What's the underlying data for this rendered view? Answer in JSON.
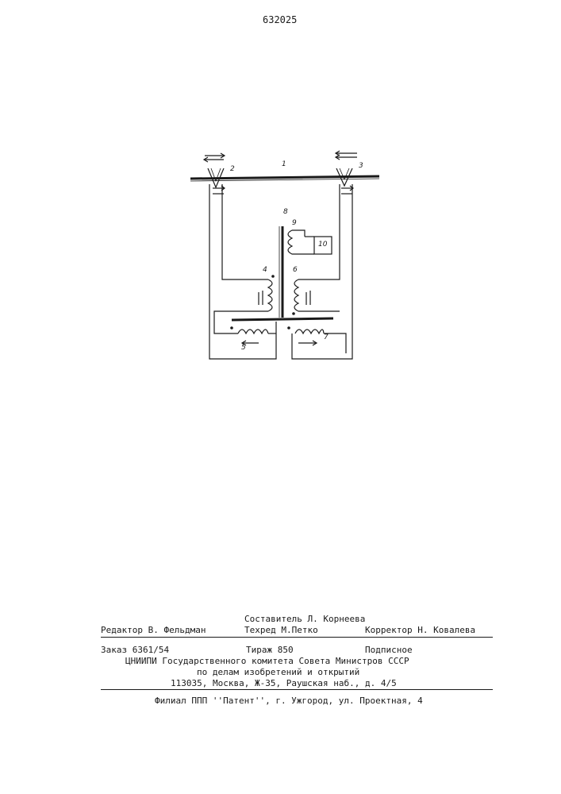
{
  "header": {
    "patent_number": "632025"
  },
  "figure": {
    "labels": {
      "l1": "1",
      "l2": "2",
      "l3": "3",
      "l4": "4",
      "l5": "5",
      "l6": "6",
      "l7": "7",
      "l8": "8",
      "l9": "9",
      "l10": "10"
    }
  },
  "colophon": {
    "editor": "Редактор В. Фельдман",
    "compiler": "Составитель Л. Корнеева",
    "techred": "Техред М.Петко",
    "corrector": "Корректор Н. Ковалева",
    "order": "Заказ 6361/54",
    "circulation": "Тираж 850",
    "subscription": "Подписное",
    "org_line1": "ЦНИИПИ  Государственного комитета Совета Министров  СССР",
    "org_line2": "по делам изобретений и открытий",
    "address": "113035, Москва, Ж-35, Раушская наб., д. 4/5",
    "branch": "Филиал ППП ''Патент'', г. Ужгород, ул. Проектная, 4"
  }
}
